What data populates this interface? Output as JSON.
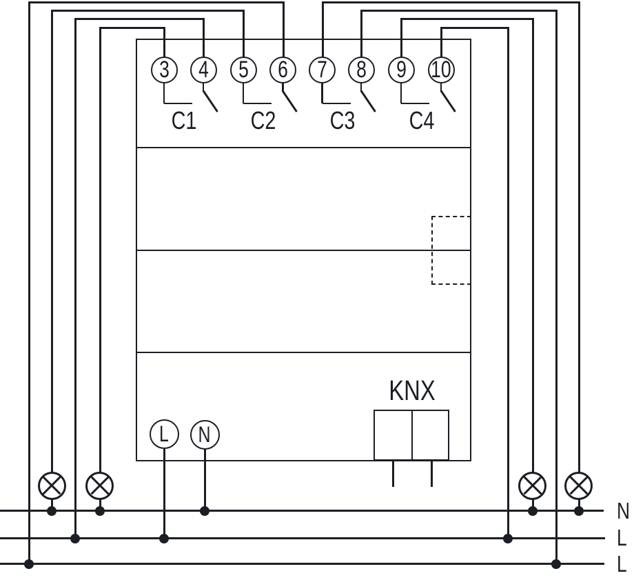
{
  "device": {
    "terminals": [
      "3",
      "4",
      "5",
      "6",
      "7",
      "8",
      "9",
      "10"
    ],
    "channels": [
      "C1",
      "C2",
      "C3",
      "C4"
    ],
    "line_terminal": "L",
    "neutral_terminal": "N",
    "knx_label": "KNX"
  },
  "bus": {
    "labels": [
      "N",
      "L",
      "L"
    ]
  },
  "colors": {
    "line": "#1b1e24",
    "background": "#ffffff"
  }
}
